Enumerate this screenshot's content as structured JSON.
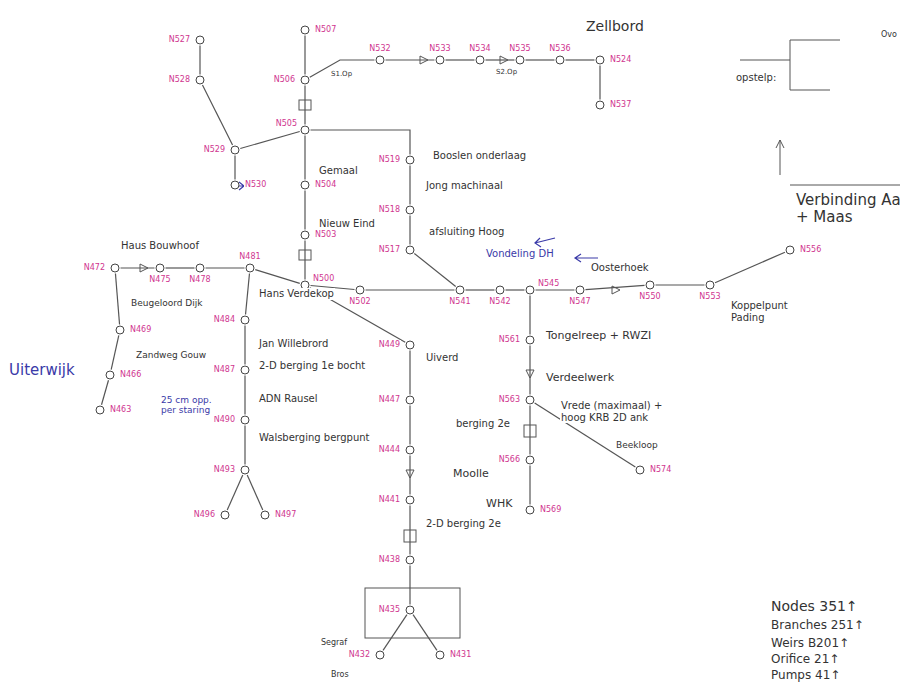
{
  "diagram": {
    "nodes": [
      {
        "text": [
          "N507"
        ]
      },
      {
        "text": [
          "N506"
        ]
      },
      {
        "text": [
          "N505"
        ]
      },
      {
        "text": [
          "N504"
        ]
      },
      {
        "text": [
          "N503"
        ]
      },
      {
        "text": [
          "N500"
        ]
      },
      {
        "text": [
          "N532"
        ]
      },
      {
        "text": [
          "N533"
        ]
      },
      {
        "text": [
          "N534"
        ]
      },
      {
        "text": [
          "N535"
        ]
      },
      {
        "text": [
          "N536"
        ]
      },
      {
        "text": [
          "N524"
        ]
      },
      {
        "text": [
          "N537"
        ]
      },
      {
        "text": [
          "N527"
        ]
      },
      {
        "text": [
          "N528"
        ]
      },
      {
        "text": [
          "N529"
        ]
      },
      {
        "text": [
          "N530"
        ]
      },
      {
        "text": [
          "N519"
        ]
      },
      {
        "text": [
          "N518"
        ]
      },
      {
        "text": [
          "N517"
        ]
      },
      {
        "text": [
          "N502"
        ]
      },
      {
        "text": [
          "N541"
        ]
      },
      {
        "text": [
          "N542"
        ]
      },
      {
        "text": [
          "N545"
        ]
      },
      {
        "text": [
          "N547"
        ]
      },
      {
        "text": [
          "N550"
        ]
      },
      {
        "text": [
          "N553"
        ]
      },
      {
        "text": [
          "N556"
        ]
      },
      {
        "text": [
          "N561"
        ]
      },
      {
        "text": [
          "N563"
        ]
      },
      {
        "text": [
          "N566"
        ]
      },
      {
        "text": [
          "N569"
        ]
      },
      {
        "text": [
          "N574"
        ]
      },
      {
        "text": [
          "N481"
        ]
      },
      {
        "text": [
          "N478"
        ]
      },
      {
        "text": [
          "N475"
        ]
      },
      {
        "text": [
          "N472"
        ]
      },
      {
        "text": [
          "N469"
        ]
      },
      {
        "text": [
          "N466"
        ]
      },
      {
        "text": [
          "N463"
        ]
      },
      {
        "text": [
          "N484"
        ]
      },
      {
        "text": [
          "N487"
        ]
      },
      {
        "text": [
          "N490"
        ]
      },
      {
        "text": [
          "N493"
        ]
      },
      {
        "text": [
          "N496"
        ]
      },
      {
        "text": [
          "N497"
        ]
      },
      {
        "text": [
          "N449"
        ]
      },
      {
        "text": [
          "N447"
        ]
      },
      {
        "text": [
          "N444"
        ]
      },
      {
        "text": [
          "N441"
        ]
      },
      {
        "text": [
          "N438"
        ]
      },
      {
        "text": [
          "N435"
        ]
      },
      {
        "text": [
          "N432"
        ]
      },
      {
        "text": [
          "N431"
        ]
      }
    ],
    "edges": [
      {
        "from": 0,
        "to": 1,
        "arrow": "none"
      },
      {
        "from": 1,
        "to": 2,
        "arrow": "none"
      },
      {
        "from": 2,
        "to": 3,
        "arrow": "none"
      },
      {
        "from": 3,
        "to": 4,
        "arrow": "none"
      },
      {
        "from": 4,
        "to": 5,
        "arrow": "none"
      },
      {
        "from": 1,
        "to": 6,
        "arrow": "none"
      },
      {
        "from": 6,
        "to": 7,
        "arrow": "none"
      },
      {
        "from": 7,
        "to": 8,
        "arrow": "none"
      },
      {
        "from": 8,
        "to": 9,
        "arrow": "none"
      },
      {
        "from": 9,
        "to": 10,
        "arrow": "none"
      },
      {
        "from": 10,
        "to": 11,
        "arrow": "none"
      },
      {
        "from": 11,
        "to": 12,
        "arrow": "none"
      },
      {
        "from": 13,
        "to": 14,
        "arrow": "none"
      },
      {
        "from": 14,
        "to": 15,
        "arrow": "none"
      },
      {
        "from": 15,
        "to": 16,
        "arrow": "none"
      },
      {
        "from": 15,
        "to": 2,
        "arrow": "none"
      },
      {
        "from": 2,
        "to": 17,
        "arrow": "none"
      },
      {
        "from": 17,
        "to": 18,
        "arrow": "none"
      },
      {
        "from": 18,
        "to": 19,
        "arrow": "none"
      },
      {
        "from": 5,
        "to": 20,
        "arrow": "none"
      },
      {
        "from": 20,
        "to": 21,
        "arrow": "none"
      },
      {
        "from": 19,
        "to": 21,
        "arrow": "none"
      },
      {
        "from": 21,
        "to": 22,
        "arrow": "none"
      },
      {
        "from": 22,
        "to": 23,
        "arrow": "none"
      },
      {
        "from": 23,
        "to": 24,
        "arrow": "none"
      },
      {
        "from": 24,
        "to": 25,
        "arrow": "none"
      },
      {
        "from": 25,
        "to": 26,
        "arrow": "none"
      },
      {
        "from": 26,
        "to": 27,
        "arrow": "none"
      },
      {
        "from": 23,
        "to": 28,
        "arrow": "none"
      },
      {
        "from": 28,
        "to": 29,
        "arrow": "none"
      },
      {
        "from": 29,
        "to": 30,
        "arrow": "none"
      },
      {
        "from": 30,
        "to": 31,
        "arrow": "none"
      },
      {
        "from": 29,
        "to": 32,
        "arrow": "none"
      },
      {
        "from": 5,
        "to": 33,
        "arrow": "none"
      },
      {
        "from": 33,
        "to": 34,
        "arrow": "none"
      },
      {
        "from": 34,
        "to": 35,
        "arrow": "none"
      },
      {
        "from": 35,
        "to": 36,
        "arrow": "none"
      },
      {
        "from": 36,
        "to": 37,
        "arrow": "none"
      },
      {
        "from": 37,
        "to": 38,
        "arrow": "none"
      },
      {
        "from": 38,
        "to": 39,
        "arrow": "none"
      },
      {
        "from": 33,
        "to": 40,
        "arrow": "none"
      },
      {
        "from": 40,
        "to": 41,
        "arrow": "none"
      },
      {
        "from": 41,
        "to": 42,
        "arrow": "none"
      },
      {
        "from": 42,
        "to": 43,
        "arrow": "none"
      },
      {
        "from": 43,
        "to": 44,
        "arrow": "none"
      },
      {
        "from": 43,
        "to": 45,
        "arrow": "none"
      },
      {
        "from": 5,
        "to": 46,
        "arrow": "none"
      },
      {
        "from": 46,
        "to": 47,
        "arrow": "none"
      },
      {
        "from": 47,
        "to": 48,
        "arrow": "none"
      },
      {
        "from": 48,
        "to": 49,
        "arrow": "none"
      },
      {
        "from": 49,
        "to": 50,
        "arrow": "none"
      },
      {
        "from": 50,
        "to": 51,
        "arrow": "none"
      },
      {
        "from": 51,
        "to": 52,
        "arrow": "none"
      },
      {
        "from": 51,
        "to": 53,
        "arrow": "none"
      }
    ],
    "labels": [
      "Zellbord",
      "S1.Op",
      "S2.Op",
      "Booslen onderlaag",
      "Jong machinaal",
      "Gemaal",
      "Nieuw Eind",
      "afsluiting Hoog",
      "Vondeling DH",
      "Oosterhoek",
      "Tongelreep + RWZI",
      "Verdeelwerk",
      "Vrede (maximaal) + hoog KRB 2D ank",
      "Beekloop",
      "Moolle",
      "WHK",
      "Verbinding Aa + Maas",
      "Koppelpunt Pading",
      "Haus Bouwhoof",
      "Beugeloord Dijk",
      "Uiterwijk",
      "Zandweg Gouw",
      "Hans Verdekop",
      "Jan Willebrord",
      "2-D berging 1e bocht",
      "ADN Rausel",
      "Walsberging bergpunt",
      "25 cm opp. per staring",
      "Uiverd",
      "berging 2e",
      "2-D berging 2e",
      "Nodes 351↑",
      "Branches 251↑",
      "Weirs B201↑",
      "Orifice 21↑",
      "Pumps 41↑",
      "opstelp:",
      "Ovo",
      "Bros",
      "Segraf"
    ]
  }
}
